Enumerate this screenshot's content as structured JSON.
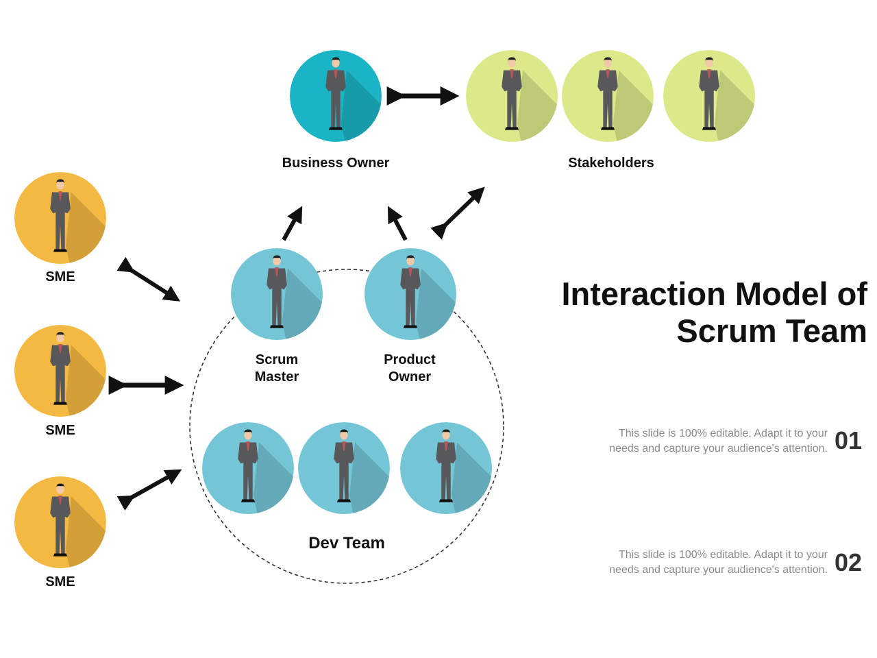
{
  "title": "Interaction Model of Scrum Team",
  "title_lines": [
    "Interaction Model of",
    "Scrum Team"
  ],
  "colors": {
    "business_owner": "#1bb4c4",
    "stakeholders": "#dde88a",
    "sme": "#f4b942",
    "scrum_team": "#74c5d5",
    "arrows": "#111111",
    "suit": "#58585a"
  },
  "groups": {
    "business_owner": {
      "label": "Business Owner"
    },
    "stakeholders": {
      "label": "Stakeholders"
    },
    "scrum_master": {
      "label_lines": [
        "Scrum",
        "Master"
      ]
    },
    "product_owner": {
      "label_lines": [
        "Product",
        "Owner"
      ]
    },
    "dev_team": {
      "label": "Dev Team"
    },
    "sme": [
      {
        "label": "SME"
      },
      {
        "label": "SME"
      },
      {
        "label": "SME"
      }
    ]
  },
  "notes": [
    {
      "number": "01",
      "lines": [
        "This slide is 100% editable. Adapt it to your",
        "needs and capture your audience's attention."
      ]
    },
    {
      "number": "02",
      "lines": [
        "This slide is 100% editable. Adapt it to your",
        "needs and capture your audience's attention."
      ]
    }
  ]
}
